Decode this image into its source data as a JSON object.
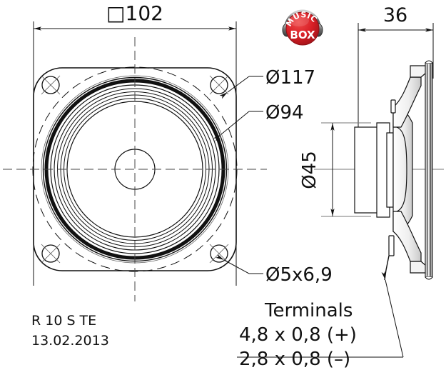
{
  "document": {
    "type": "technical-drawing",
    "subject": "loudspeaker dimensional drawing",
    "background_color": "#ffffff",
    "line_color": "#111111"
  },
  "brand_logo": {
    "name": "music-box-logo",
    "text_top": "MUSIC",
    "text_bottom": "BOX",
    "body_color": "#d81f26",
    "body_color_dark": "#a8141a",
    "headphone_color": "#7a7a7a",
    "text_color": "#ffffff"
  },
  "front_view": {
    "name": "front-view",
    "dimensions": {
      "width_overall": {
        "label": "□102",
        "value": 102,
        "symbol": "square",
        "unit": "mm"
      }
    },
    "callouts": [
      {
        "label": "Ø117",
        "value": 117,
        "symbol": "diameter",
        "target": "bolt-circle"
      },
      {
        "label": "Ø94",
        "value": 94,
        "symbol": "diameter",
        "target": "cone-outer-ring"
      },
      {
        "label": "Ø5x6,9",
        "value": "5x6,9",
        "symbol": "diameter",
        "target": "mounting-hole"
      }
    ]
  },
  "side_view": {
    "name": "side-view",
    "dimensions": {
      "depth": {
        "label": "36",
        "value": 36,
        "unit": "mm"
      },
      "magnet_diameter": {
        "label": "Ø45",
        "value": 45,
        "symbol": "diameter",
        "unit": "mm",
        "orientation": "vertical"
      }
    }
  },
  "terminals": {
    "heading": "Terminals",
    "lines": [
      "4,8 x 0,8 (+)",
      "2,8 x 0,8 (–)"
    ]
  },
  "title_block": {
    "model": "R 10 S TE",
    "date": "13.02.2013"
  }
}
